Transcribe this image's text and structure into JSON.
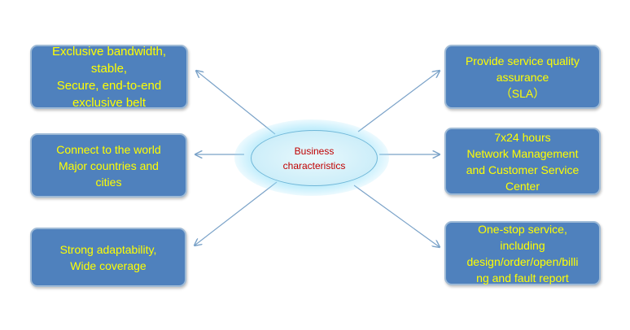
{
  "center": {
    "label": "Business\ncharacteristics"
  },
  "left_nodes": [
    {
      "label": "Exclusive bandwidth,\nstable,\nSecure, end-to-end\nexclusive belt"
    },
    {
      "label": "Connect to the world\nMajor countries and\ncities"
    },
    {
      "label": "Strong adaptability,\nWide coverage"
    }
  ],
  "right_nodes": [
    {
      "label": "Provide service quality\nassurance\n（SLA）"
    },
    {
      "label": "7x24 hours\nNetwork Management\nand Customer Service\nCenter"
    },
    {
      "label": "One-stop service,\nincluding\ndesign/order/open/billi\nng and fault report"
    }
  ],
  "colors": {
    "node_fill": "#4f81bd",
    "node_text": "#ffff00",
    "center_text": "#c00000",
    "connector": "#7aa2c8"
  }
}
